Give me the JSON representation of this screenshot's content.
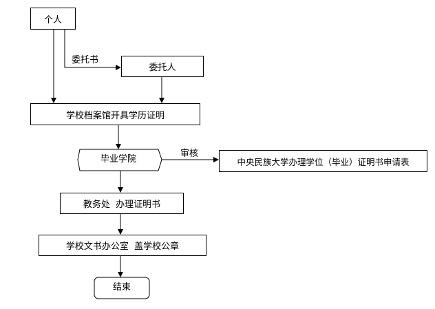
{
  "nodes": {
    "individual": "个人",
    "entrusted_person": "委托人",
    "archives": "学校档案馆开具学历证明",
    "college": "毕业学院",
    "application_form": "中央民族大学办理学位（毕业）证明书申请表",
    "academic_office": "教务处  办理证明书",
    "document_office": "学校文书办公室  盖学校公章",
    "end": "结束"
  },
  "edge_labels": {
    "power_of_attorney": "委托书",
    "review": "审核"
  }
}
